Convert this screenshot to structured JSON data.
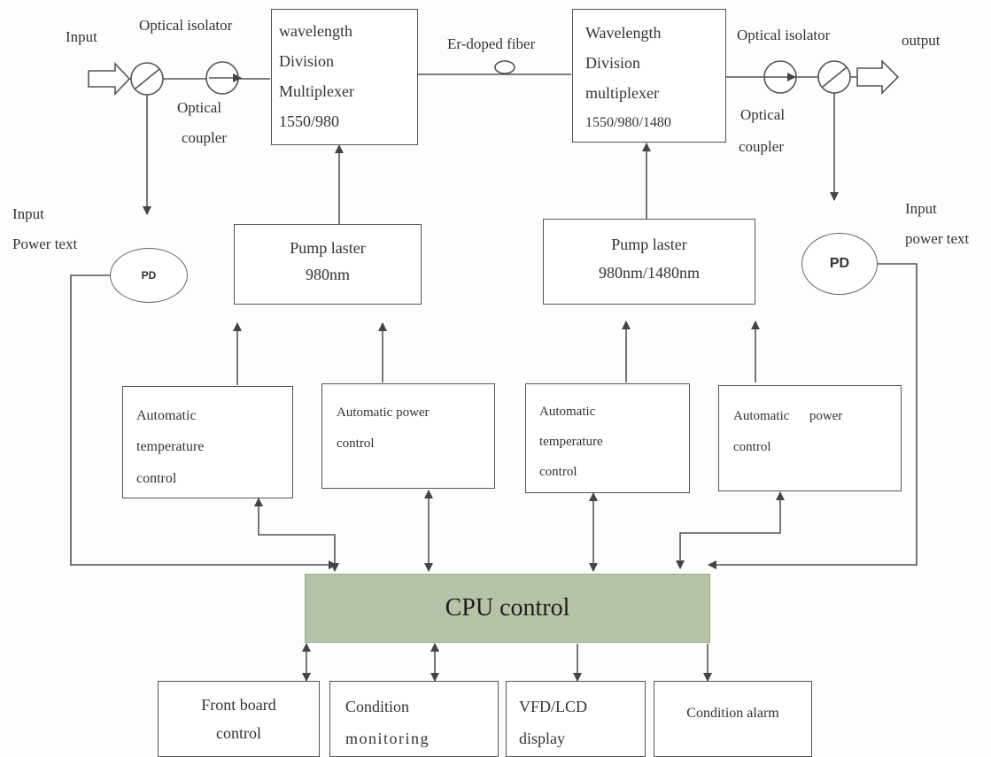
{
  "labels": {
    "input": "Input",
    "output": "output",
    "optical_isolator_left": "Optical isolator",
    "optical_isolator_right": "Optical isolator",
    "optical_coupler_left": [
      "Optical",
      "coupler"
    ],
    "optical_coupler_right": [
      "Optical",
      "coupler"
    ],
    "er_doped_fiber": "Er-doped fiber",
    "input_power_left": [
      "Input",
      "Power text"
    ],
    "input_power_right": [
      "Input",
      "power text"
    ]
  },
  "pd": {
    "left": "PD",
    "right": "PD"
  },
  "wdm_left": [
    "wavelength",
    "Division",
    "Multiplexer",
    "1550/980"
  ],
  "wdm_right": [
    "Wavelength",
    "Division",
    "multiplexer",
    "1550/980/1480"
  ],
  "pump_left": [
    "Pump laster",
    "980nm"
  ],
  "pump_right": [
    "Pump laster",
    "980nm/1480nm"
  ],
  "atc_left": [
    "Automatic",
    "temperature",
    "control"
  ],
  "apc_left": [
    "Automatic  power",
    "control"
  ],
  "atc_right": [
    "Automatic",
    "temperature",
    "control"
  ],
  "apc_right": [
    "Automatic      power",
    "control"
  ],
  "cpu": "CPU control",
  "bottom": {
    "front_board": [
      "Front board",
      "control"
    ],
    "condition_monitoring": [
      "Condition",
      "monitoring"
    ],
    "display": [
      "VFD/LCD",
      "display"
    ],
    "condition_alarm": "Condition alarm"
  }
}
